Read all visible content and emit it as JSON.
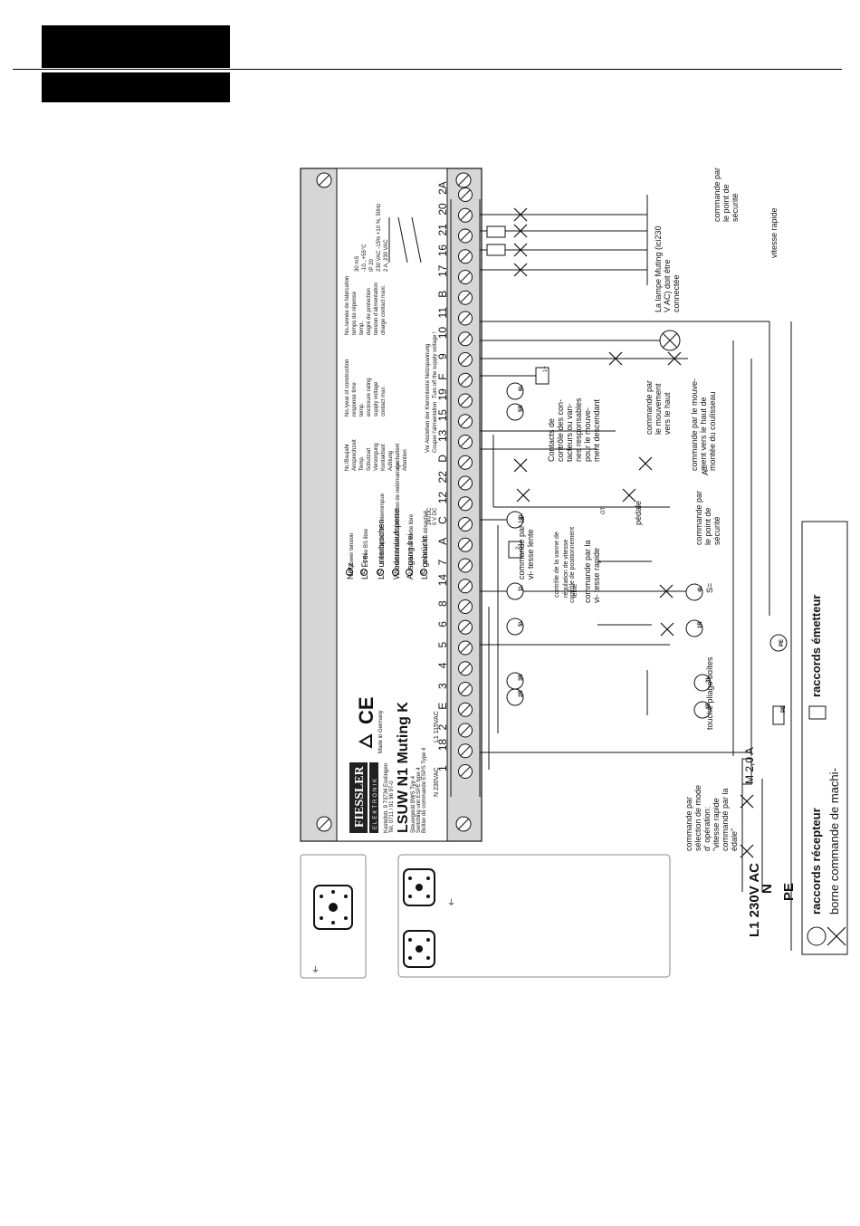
{
  "device": {
    "brand": "FIESSLER",
    "brand_sub": "ELEKTRONIK",
    "model": "LSUW N1 Muting K",
    "address": "Kastellstr. 9  73734 Esslingen",
    "phone": "Tel. 0711 / 91 96 97-0",
    "made_in": "Made in Germany",
    "subtitle_1": "Steuergerät BWS Typ 4",
    "subtitle_2": "Switching unit ESPE type 4",
    "subtitle_3": "Boîtier de commande ESPS Type 4",
    "voltage_left": "N   230VAC",
    "voltage_right": "L1  115VAC"
  },
  "terminals": [
    "1",
    "18",
    "2",
    "E",
    "3",
    "4",
    "5",
    "6",
    "8",
    "14",
    "7",
    "A",
    "C",
    "12",
    "22",
    "D",
    "13",
    "15",
    "19",
    "F",
    "9",
    "10",
    "11",
    "B",
    "17",
    "16",
    "21",
    "20",
    "2A"
  ],
  "leds": [
    "Netz",
    "LS Frei",
    "LS unterbrochen",
    "Wiederanlaufsperre",
    "Ausgang frei",
    "LS gebrückt"
  ],
  "led_translations": [
    "power  tension",
    "LS free  BS libre",
    "LS interrupted  BS interrompue",
    "restart interlock  interdiction de redémarrage",
    "output free  sortie libre",
    "LS muted  BS désactivé"
  ],
  "led_bottom": [
    "24VDC",
    "0 V DC"
  ],
  "specs_labels": [
    "Nr./Baujahr",
    "Ansprechzeit",
    "Temp.",
    "Schutzart",
    "Versorgung",
    "Kontaktlast",
    "Achtung",
    "abschalten!",
    "Attention"
  ],
  "specs_en": [
    "No./year of construction",
    "response time",
    "temp.",
    "enclosure rating",
    "supply voltage",
    "contact max."
  ],
  "specs_fr": [
    "No./année de fabrication",
    "temps de réponse",
    "temp.",
    "degré de protection",
    "tension d'alimentation",
    "charge contact maxi."
  ],
  "specs_values": [
    "30 mS",
    "-10...+55°C",
    "IP 20",
    "230 VAC -15% +10 %, 50Hz",
    "2 A,  230 VAC"
  ],
  "warning": "Vor Abziehen der Klemmleiste Netzspannung",
  "warning_en": "Turn off the supply voltage !",
  "warning_fr": "Couper l'alimentation",
  "sensor_labels": [
    "2R",
    "3R",
    "5L",
    "1L",
    "2L",
    "5R",
    "6L",
    "3L",
    "4R",
    "1R",
    "4L",
    "1+",
    "2-"
  ],
  "annotations": {
    "lamp": "La lampe Muting (ici230 V AC) doit être connectée",
    "security_point_top": "commande par le point de sécurité",
    "fast_speed": "vitesse rapide",
    "contacts": "Contacts de contrôle des con- tacteurs  ou van- nes responsables pour le mouve- ment descendant",
    "move_up": "commande par le mouvement vers le haut",
    "move_up_desc": "commande par le mouve- ment vers le haut de montée du coulisseau",
    "a_equals": "A=",
    "pedal": "pédale",
    "security_point_mid": "commande par le point de sécurité",
    "slow_speed": "commande par la vi- tesse lente",
    "valve": "contrôle de la vanne de régulation de vitesse lente",
    "position": "contrôle de positionnement",
    "fast_command": "commande par la vi- tesse rapide",
    "s_equals": "S=",
    "box_folding": "touche pliage boîtes",
    "fuse": "M 2,0 A",
    "mode": "commande par sélection de mode d' opération: \"vitesse rapide commandé par la édale\"",
    "ot": "OT",
    "a_label": "A",
    "s_label": "S"
  },
  "supply": {
    "l1": "L1 230V AC",
    "n": "N",
    "pe": "PE",
    "pe_tag": "PE"
  },
  "legend": {
    "receiver": "raccords récepteur",
    "machine": "borne commande de  machi-",
    "emitter": "raccords émetteur"
  },
  "colors": {
    "panel": "#d6d6d6",
    "line": "#111111",
    "header": "#000000"
  }
}
